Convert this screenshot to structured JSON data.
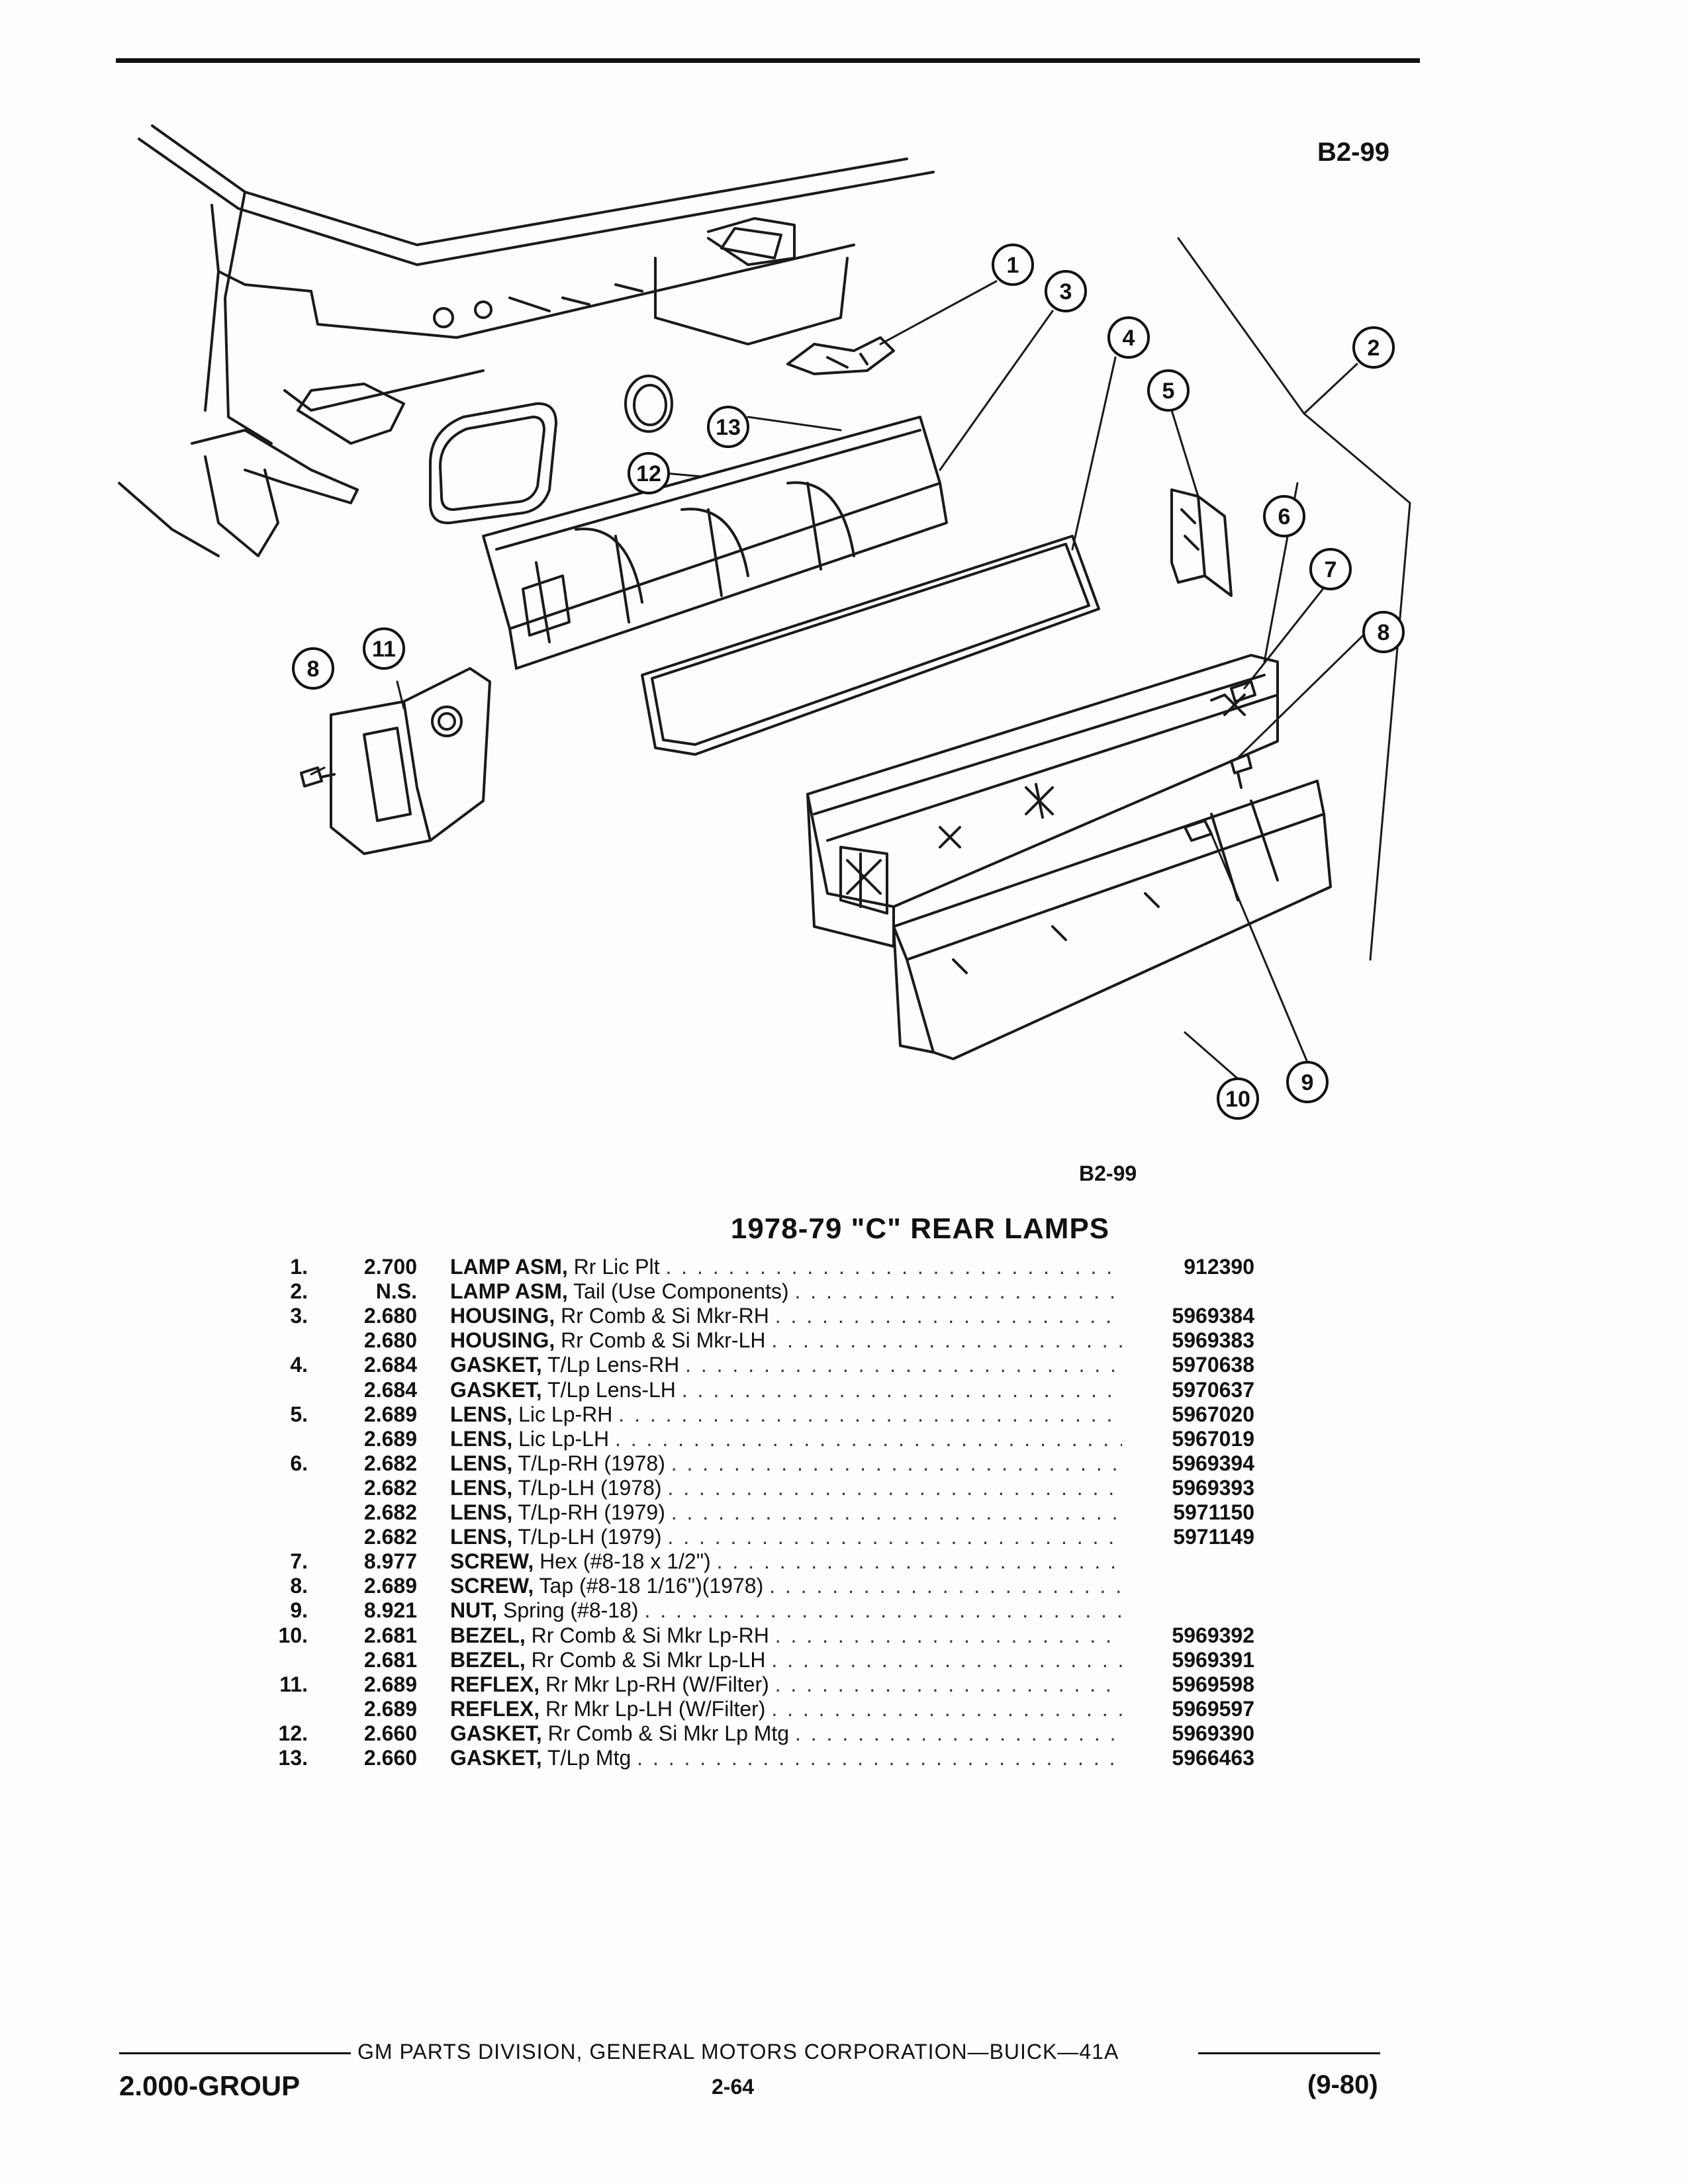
{
  "figure_id": "B2-99",
  "title": "1978-79 \"C\" REAR LAMPS",
  "callouts": [
    "1",
    "2",
    "3",
    "4",
    "5",
    "6",
    "7",
    "8",
    "8",
    "9",
    "10",
    "11",
    "12",
    "13"
  ],
  "parts": [
    {
      "no": "1.",
      "group": "2.700",
      "name": "LAMP ASM,",
      "detail": "Rr Lic Plt",
      "part": "912390"
    },
    {
      "no": "2.",
      "group": "N.S.",
      "name": "LAMP ASM,",
      "detail": "Tail (Use Components)",
      "part": ""
    },
    {
      "no": "3.",
      "group": "2.680",
      "name": "HOUSING,",
      "detail": "Rr Comb & Si Mkr-RH",
      "part": "5969384"
    },
    {
      "no": "",
      "group": "2.680",
      "name": "HOUSING,",
      "detail": "Rr Comb & Si Mkr-LH",
      "part": "5969383"
    },
    {
      "no": "4.",
      "group": "2.684",
      "name": "GASKET,",
      "detail": "T/Lp Lens-RH",
      "part": "5970638"
    },
    {
      "no": "",
      "group": "2.684",
      "name": "GASKET,",
      "detail": "T/Lp Lens-LH",
      "part": "5970637"
    },
    {
      "no": "5.",
      "group": "2.689",
      "name": "LENS,",
      "detail": "Lic Lp-RH",
      "part": "5967020"
    },
    {
      "no": "",
      "group": "2.689",
      "name": "LENS,",
      "detail": "Lic Lp-LH",
      "part": "5967019"
    },
    {
      "no": "6.",
      "group": "2.682",
      "name": "LENS,",
      "detail": "T/Lp-RH (1978)",
      "part": "5969394"
    },
    {
      "no": "",
      "group": "2.682",
      "name": "LENS,",
      "detail": "T/Lp-LH (1978)",
      "part": "5969393"
    },
    {
      "no": "",
      "group": "2.682",
      "name": "LENS,",
      "detail": "T/Lp-RH (1979)",
      "part": "5971150"
    },
    {
      "no": "",
      "group": "2.682",
      "name": "LENS,",
      "detail": "T/Lp-LH (1979)",
      "part": "5971149"
    },
    {
      "no": "7.",
      "group": "8.977",
      "name": "SCREW,",
      "detail": "Hex (#8-18 x 1/2\")",
      "part": ""
    },
    {
      "no": "8.",
      "group": "2.689",
      "name": "SCREW,",
      "detail": "Tap (#8-18 1/16\")(1978)",
      "part": ""
    },
    {
      "no": "9.",
      "group": "8.921",
      "name": "NUT,",
      "detail": "Spring (#8-18)",
      "part": ""
    },
    {
      "no": "10.",
      "group": "2.681",
      "name": "BEZEL,",
      "detail": "Rr Comb & Si Mkr Lp-RH",
      "part": "5969392"
    },
    {
      "no": "",
      "group": "2.681",
      "name": "BEZEL,",
      "detail": "Rr Comb & Si Mkr Lp-LH",
      "part": "5969391"
    },
    {
      "no": "11.",
      "group": "2.689",
      "name": "REFLEX,",
      "detail": "Rr Mkr Lp-RH (W/Filter)",
      "part": "5969598"
    },
    {
      "no": "",
      "group": "2.689",
      "name": "REFLEX,",
      "detail": "Rr Mkr Lp-LH (W/Filter)",
      "part": "5969597"
    },
    {
      "no": "12.",
      "group": "2.660",
      "name": "GASKET,",
      "detail": "Rr Comb & Si Mkr Lp Mtg",
      "part": "5969390"
    },
    {
      "no": "13.",
      "group": "2.660",
      "name": "GASKET,",
      "detail": "T/Lp Mtg",
      "part": "5966463"
    }
  ],
  "footer": {
    "publisher": "GM PARTS DIVISION, GENERAL MOTORS CORPORATION—BUICK—41A",
    "group": "2.000-GROUP",
    "page": "2-64",
    "date": "(9-80)"
  }
}
